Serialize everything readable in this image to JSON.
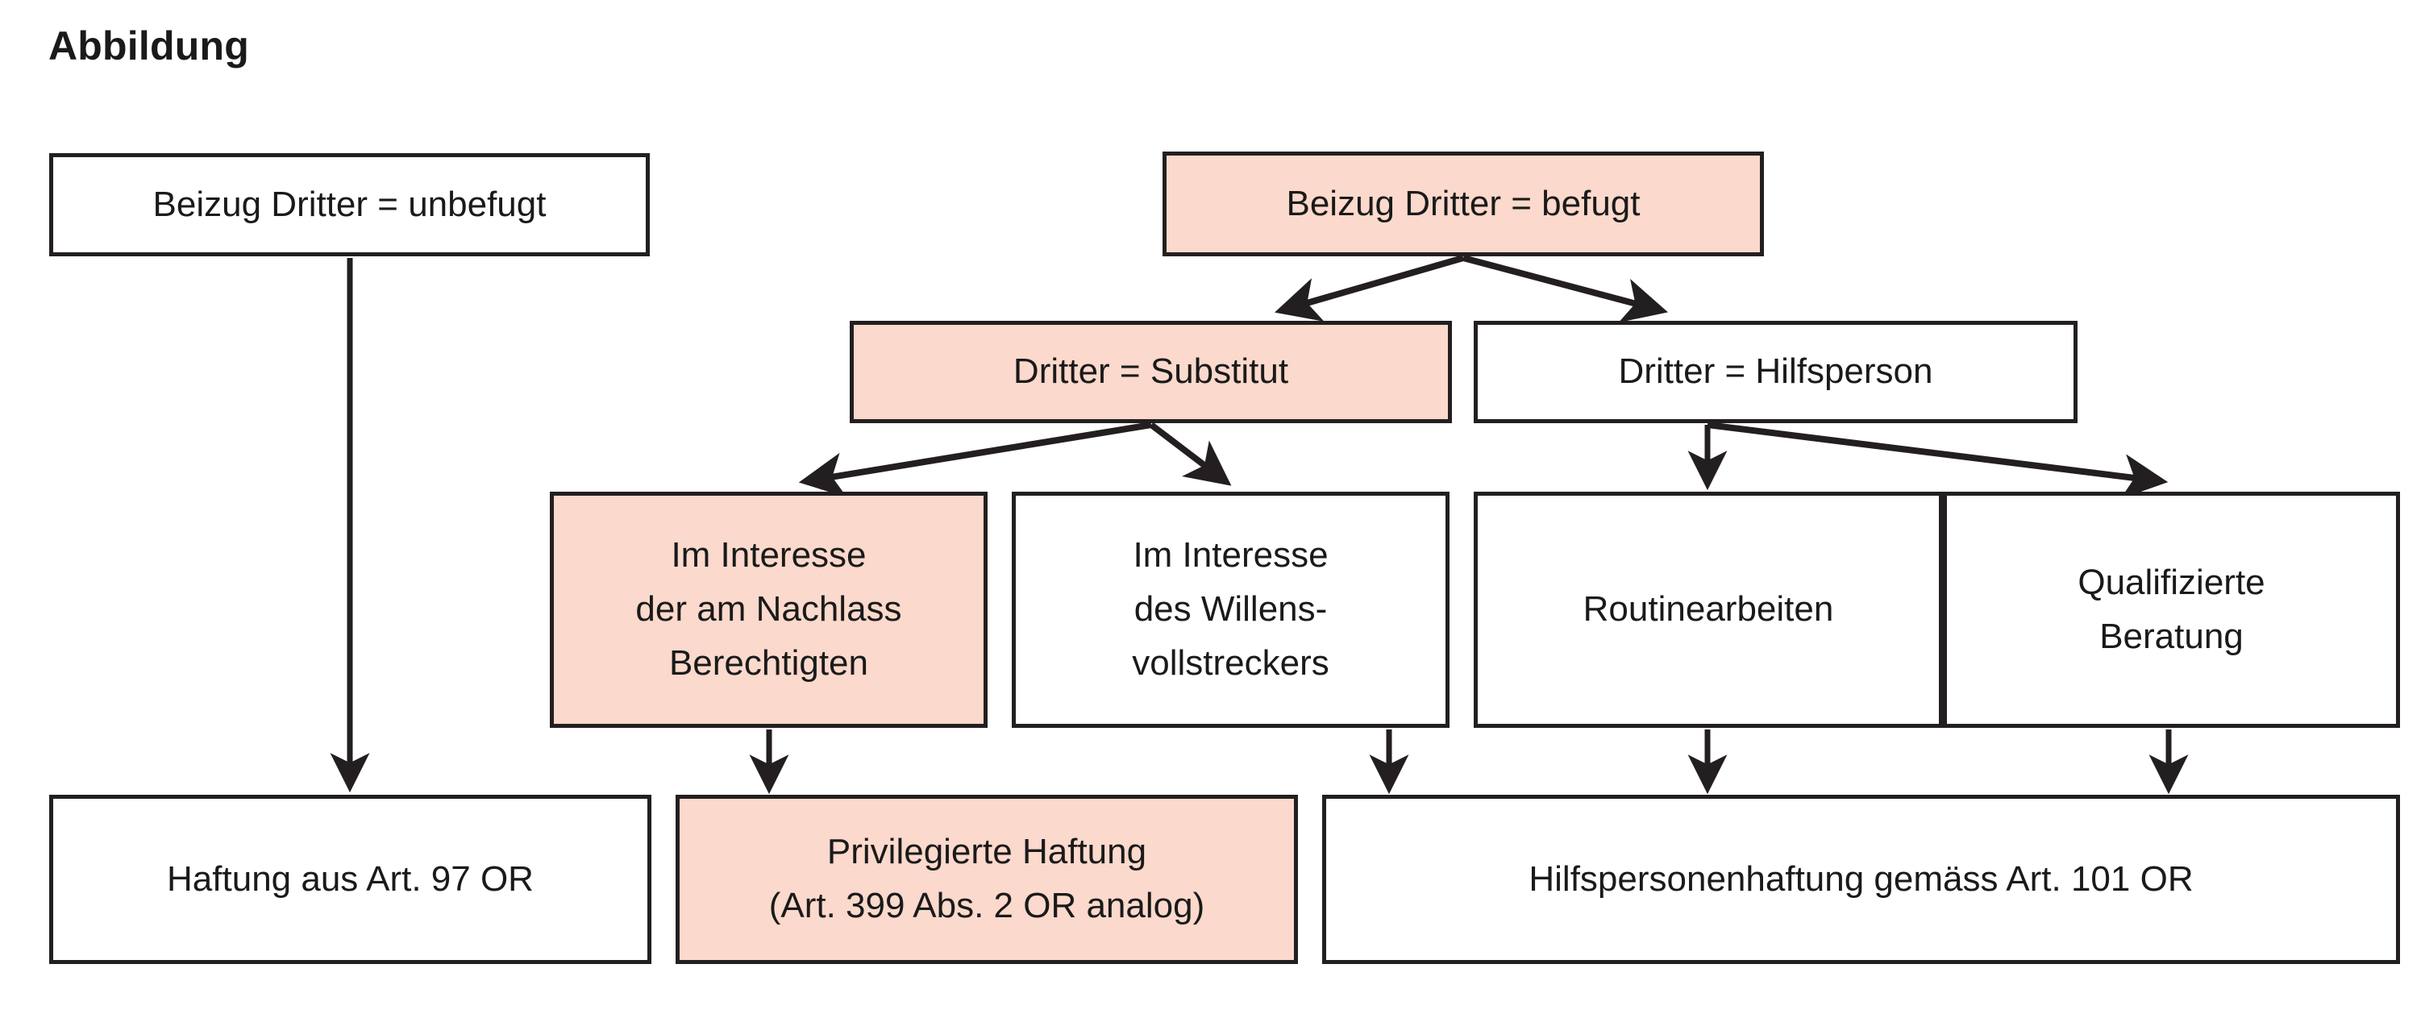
{
  "figure": {
    "title": "Abbildung",
    "colors": {
      "highlight_fill": "#fbd9cc",
      "plain_fill": "#ffffff",
      "stroke": "#231f20",
      "text": "#1a1a1a",
      "background": "#ffffff"
    }
  },
  "diagram": {
    "type": "flowchart",
    "orientation": "top-down",
    "nodes": [
      {
        "id": "beizug-unbefugt",
        "label": "Beizug Dritter = unbefugt",
        "highlighted": false,
        "row": 1
      },
      {
        "id": "beizug-befugt",
        "label": "Beizug Dritter = befugt",
        "highlighted": true,
        "row": 1
      },
      {
        "id": "dritter-substitut",
        "label": "Dritter = Substitut",
        "highlighted": true,
        "row": 2
      },
      {
        "id": "dritter-hilfsperson",
        "label": "Dritter = Hilfsperson",
        "highlighted": false,
        "row": 2
      },
      {
        "id": "interesse-nachlass",
        "label": "Im Interesse\nder am Nachlass\nBerechtigten",
        "highlighted": true,
        "row": 3
      },
      {
        "id": "interesse-willensvollstrecker",
        "label": "Im Interesse\ndes Willens-\nvollstreckers",
        "highlighted": false,
        "row": 3
      },
      {
        "id": "routinearbeiten",
        "label": "Routinearbeiten",
        "highlighted": false,
        "row": 3
      },
      {
        "id": "qualifizierte-beratung",
        "label": "Qualifizierte\nBeratung",
        "highlighted": false,
        "row": 3
      },
      {
        "id": "haftung-97-or",
        "label": "Haftung aus Art. 97 OR",
        "highlighted": false,
        "row": 4
      },
      {
        "id": "privilegierte-haftung",
        "label": "Privilegierte Haftung\n(Art. 399 Abs. 2 OR analog)",
        "highlighted": true,
        "row": 4
      },
      {
        "id": "hilfspersonenhaftung",
        "label": "Hilfspersonenhaftung gemäss Art. 101 OR",
        "highlighted": false,
        "row": 4
      }
    ],
    "edges": [
      {
        "from": "beizug-unbefugt",
        "to": "haftung-97-or"
      },
      {
        "from": "beizug-befugt",
        "to": "dritter-substitut"
      },
      {
        "from": "beizug-befugt",
        "to": "dritter-hilfsperson"
      },
      {
        "from": "dritter-substitut",
        "to": "interesse-nachlass"
      },
      {
        "from": "dritter-substitut",
        "to": "interesse-willensvollstrecker"
      },
      {
        "from": "dritter-hilfsperson",
        "to": "routinearbeiten"
      },
      {
        "from": "dritter-hilfsperson",
        "to": "qualifizierte-beratung"
      },
      {
        "from": "interesse-nachlass",
        "to": "privilegierte-haftung"
      },
      {
        "from": "interesse-willensvollstrecker",
        "to": "hilfspersonenhaftung"
      },
      {
        "from": "routinearbeiten",
        "to": "hilfspersonenhaftung"
      },
      {
        "from": "qualifizierte-beratung",
        "to": "hilfspersonenhaftung"
      }
    ]
  }
}
